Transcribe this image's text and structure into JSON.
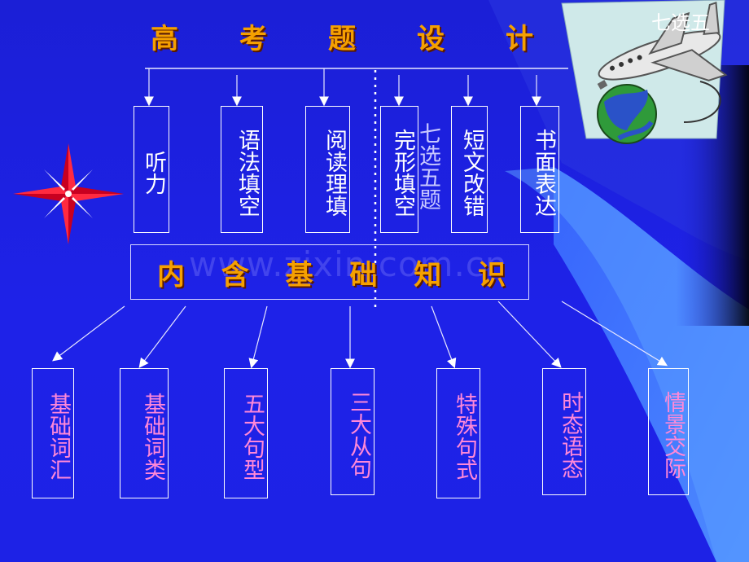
{
  "title_chars": [
    "高",
    "考",
    "题",
    "设",
    "计"
  ],
  "subtitle_chars": [
    "内",
    "含",
    "基",
    "础",
    "知",
    "识"
  ],
  "top_boxes": [
    {
      "label": "听力"
    },
    {
      "label": "语法填空"
    },
    {
      "label": "阅读理填"
    },
    {
      "label": "完形填空"
    },
    {
      "label": "短文改错"
    },
    {
      "label": "书面表达"
    }
  ],
  "side_note": "七选五题",
  "corner_note": "七选五",
  "bottom_boxes": [
    {
      "label": "基础词汇"
    },
    {
      "label": "基础词类"
    },
    {
      "label": "五大句型"
    },
    {
      "label": "三大从句"
    },
    {
      "label": "特殊句式"
    },
    {
      "label": "时态语态"
    },
    {
      "label": "情景交际"
    }
  ],
  "watermark": "www.zixin.com.cn",
  "colors": {
    "background": "#1e22e8",
    "title": "#f5a000",
    "top_text": "#ffffff",
    "bottom_text": "#ff88d8"
  },
  "icons": [
    "compass-star-icon",
    "airplane-globe-clipart-icon"
  ]
}
